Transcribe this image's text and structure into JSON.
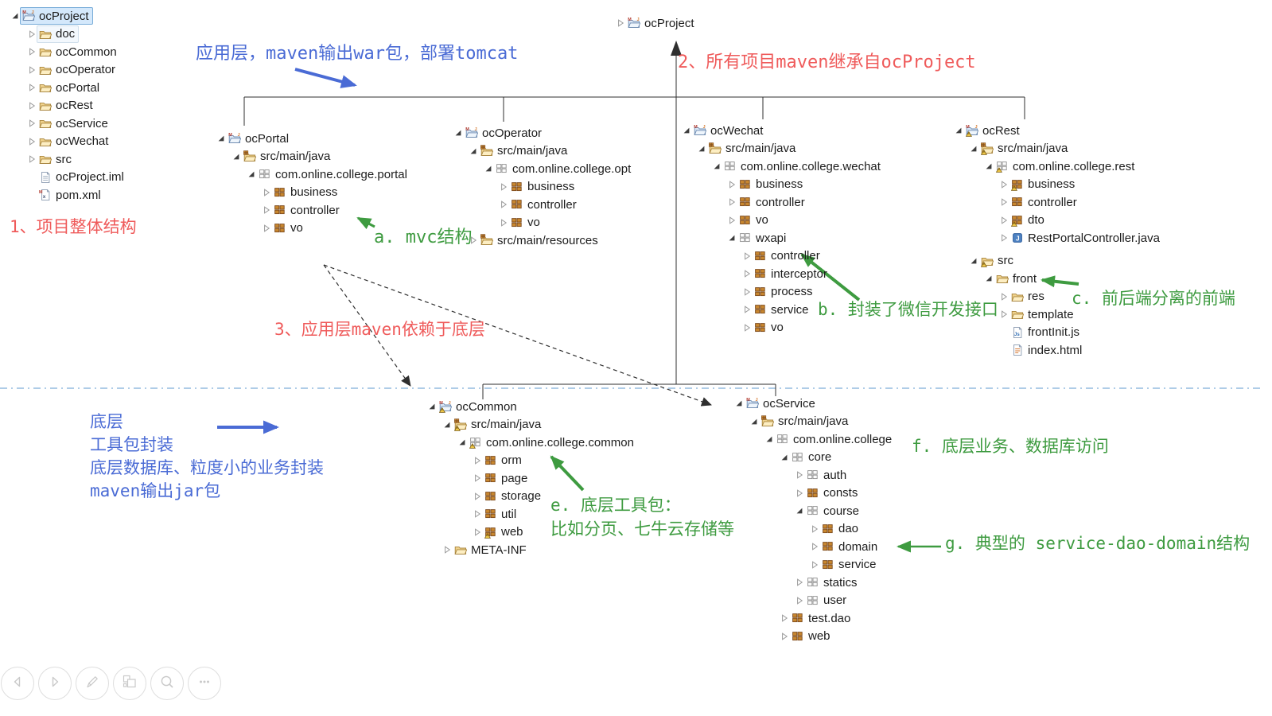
{
  "colors": {
    "annotation_red": "#ef5b5b",
    "annotation_blue": "#4a6bd5",
    "annotation_green": "#3e9b40",
    "connector_black": "#2f2f2f",
    "separator_blue": "#93bbdf",
    "selection_fill": "#d4e8fb",
    "selection_border": "#79add9"
  },
  "annotations": {
    "note1": "1、项目整体结构",
    "note2": "2、所有项目maven继承自ocProject",
    "note3": "3、应用层maven依赖于底层",
    "app_layer": "应用层，maven输出war包，部署tomcat",
    "bottom": [
      "底层",
      "工具包封装",
      "底层数据库、粒度小的业务封装",
      "maven输出jar包"
    ],
    "a": "a. mvc结构",
    "b": "b. 封装了微信开发接口",
    "c": "c. 前后端分离的前端",
    "e1": "e. 底层工具包：",
    "e2": "比如分页、七牛云存储等",
    "f": "f. 底层业务、数据库访问",
    "g": "g. 典型的 service-dao-domain结构"
  },
  "trees": {
    "explorer": {
      "rows": [
        {
          "i": 0,
          "a": "exp",
          "ic": "mvn-project",
          "t": "ocProject",
          "hl": "sel"
        },
        {
          "i": 1,
          "a": "col",
          "ic": "folder",
          "t": "doc",
          "hl": "soft"
        },
        {
          "i": 1,
          "a": "col",
          "ic": "folder",
          "t": "ocCommon"
        },
        {
          "i": 1,
          "a": "col",
          "ic": "folder",
          "t": "ocOperator"
        },
        {
          "i": 1,
          "a": "col",
          "ic": "folder",
          "t": "ocPortal"
        },
        {
          "i": 1,
          "a": "col",
          "ic": "folder",
          "t": "ocRest"
        },
        {
          "i": 1,
          "a": "col",
          "ic": "folder",
          "t": "ocService"
        },
        {
          "i": 1,
          "a": "col",
          "ic": "folder",
          "t": "ocWechat"
        },
        {
          "i": 1,
          "a": "col",
          "ic": "folder",
          "t": "src"
        },
        {
          "i": 1,
          "a": "none",
          "ic": "text-file",
          "t": "ocProject.iml"
        },
        {
          "i": 1,
          "a": "none",
          "ic": "xml-file",
          "t": "pom.xml"
        }
      ]
    },
    "root": {
      "rows": [
        {
          "i": 0,
          "a": "col",
          "ic": "mvn-project",
          "t": "ocProject"
        }
      ]
    },
    "ocportal": {
      "rows": [
        {
          "i": 0,
          "a": "exp",
          "ic": "mvn-project",
          "t": "ocPortal"
        },
        {
          "i": 1,
          "a": "exp",
          "ic": "src-folder",
          "t": "src/main/java"
        },
        {
          "i": 2,
          "a": "exp",
          "ic": "package-empty",
          "t": "com.online.college.portal"
        },
        {
          "i": 3,
          "a": "col",
          "ic": "package",
          "t": "business"
        },
        {
          "i": 3,
          "a": "col",
          "ic": "package",
          "t": "controller"
        },
        {
          "i": 3,
          "a": "col",
          "ic": "package",
          "t": "vo"
        }
      ]
    },
    "ocoperator": {
      "rows": [
        {
          "i": 0,
          "a": "exp",
          "ic": "mvn-project",
          "t": "ocOperator"
        },
        {
          "i": 1,
          "a": "exp",
          "ic": "src-folder",
          "t": "src/main/java"
        },
        {
          "i": 2,
          "a": "exp",
          "ic": "package-empty",
          "t": "com.online.college.opt"
        },
        {
          "i": 3,
          "a": "col",
          "ic": "package",
          "t": "business"
        },
        {
          "i": 3,
          "a": "col",
          "ic": "package",
          "t": "controller"
        },
        {
          "i": 3,
          "a": "col",
          "ic": "package",
          "t": "vo"
        },
        {
          "i": 1,
          "a": "col",
          "ic": "src-folder",
          "t": "src/main/resources"
        }
      ]
    },
    "ocwechat": {
      "rows": [
        {
          "i": 0,
          "a": "exp",
          "ic": "mvn-project",
          "t": "ocWechat"
        },
        {
          "i": 1,
          "a": "exp",
          "ic": "src-folder",
          "t": "src/main/java"
        },
        {
          "i": 2,
          "a": "exp",
          "ic": "package-empty",
          "t": "com.online.college.wechat"
        },
        {
          "i": 3,
          "a": "col",
          "ic": "package",
          "t": "business"
        },
        {
          "i": 3,
          "a": "col",
          "ic": "package",
          "t": "controller"
        },
        {
          "i": 3,
          "a": "col",
          "ic": "package",
          "t": "vo"
        },
        {
          "i": 3,
          "a": "exp",
          "ic": "package-empty",
          "t": "wxapi"
        },
        {
          "i": 4,
          "a": "col",
          "ic": "package",
          "t": "controller"
        },
        {
          "i": 4,
          "a": "col",
          "ic": "package",
          "t": "interceptor"
        },
        {
          "i": 4,
          "a": "col",
          "ic": "package",
          "t": "process"
        },
        {
          "i": 4,
          "a": "col",
          "ic": "package",
          "t": "service"
        },
        {
          "i": 4,
          "a": "col",
          "ic": "package",
          "t": "vo"
        }
      ]
    },
    "ocrest": {
      "rows": [
        {
          "i": 0,
          "a": "exp",
          "ic": "mvn-project",
          "t": "ocRest",
          "w": 1
        },
        {
          "i": 1,
          "a": "exp",
          "ic": "src-folder",
          "t": "src/main/java",
          "w": 1
        },
        {
          "i": 2,
          "a": "exp",
          "ic": "package-empty",
          "t": "com.online.college.rest",
          "w": 1
        },
        {
          "i": 3,
          "a": "col",
          "ic": "package",
          "t": "business",
          "w": 1
        },
        {
          "i": 3,
          "a": "col",
          "ic": "package",
          "t": "controller"
        },
        {
          "i": 3,
          "a": "col",
          "ic": "package",
          "t": "dto",
          "w": 1
        },
        {
          "i": 3,
          "a": "col",
          "ic": "java-class",
          "t": "RestPortalController.java"
        },
        {
          "i": 1,
          "a": "exp",
          "ic": "folder",
          "t": "src",
          "w": 1,
          "g": 6
        },
        {
          "i": 2,
          "a": "exp",
          "ic": "folder",
          "t": "front"
        },
        {
          "i": 3,
          "a": "col",
          "ic": "folder",
          "t": "res"
        },
        {
          "i": 3,
          "a": "col",
          "ic": "folder",
          "t": "template"
        },
        {
          "i": 3,
          "a": "none",
          "ic": "js-file",
          "t": "frontInit.js"
        },
        {
          "i": 3,
          "a": "none",
          "ic": "html-file",
          "t": "index.html"
        }
      ]
    },
    "occommon": {
      "rows": [
        {
          "i": 0,
          "a": "exp",
          "ic": "mvn-project",
          "t": "ocCommon",
          "w": 1
        },
        {
          "i": 1,
          "a": "exp",
          "ic": "src-folder",
          "t": "src/main/java",
          "w": 1
        },
        {
          "i": 2,
          "a": "exp",
          "ic": "package-empty",
          "t": "com.online.college.common",
          "w": 1
        },
        {
          "i": 3,
          "a": "col",
          "ic": "package",
          "t": "orm"
        },
        {
          "i": 3,
          "a": "col",
          "ic": "package",
          "t": "page"
        },
        {
          "i": 3,
          "a": "col",
          "ic": "package",
          "t": "storage"
        },
        {
          "i": 3,
          "a": "col",
          "ic": "package",
          "t": "util"
        },
        {
          "i": 3,
          "a": "col",
          "ic": "package",
          "t": "web",
          "w": 1
        },
        {
          "i": 1,
          "a": "col",
          "ic": "folder",
          "t": "META-INF"
        }
      ]
    },
    "ocservice": {
      "rows": [
        {
          "i": 0,
          "a": "exp",
          "ic": "mvn-project",
          "t": "ocService"
        },
        {
          "i": 1,
          "a": "exp",
          "ic": "src-folder",
          "t": "src/main/java"
        },
        {
          "i": 2,
          "a": "exp",
          "ic": "package-empty",
          "t": "com.online.college"
        },
        {
          "i": 3,
          "a": "exp",
          "ic": "package-empty",
          "t": "core"
        },
        {
          "i": 4,
          "a": "col",
          "ic": "package-empty",
          "t": "auth"
        },
        {
          "i": 4,
          "a": "col",
          "ic": "package",
          "t": "consts"
        },
        {
          "i": 4,
          "a": "exp",
          "ic": "package-empty",
          "t": "course"
        },
        {
          "i": 5,
          "a": "col",
          "ic": "package",
          "t": "dao"
        },
        {
          "i": 5,
          "a": "col",
          "ic": "package",
          "t": "domain"
        },
        {
          "i": 5,
          "a": "col",
          "ic": "package",
          "t": "service"
        },
        {
          "i": 4,
          "a": "col",
          "ic": "package-empty",
          "t": "statics"
        },
        {
          "i": 4,
          "a": "col",
          "ic": "package-empty",
          "t": "user"
        },
        {
          "i": 3,
          "a": "col",
          "ic": "package",
          "t": "test.dao"
        },
        {
          "i": 3,
          "a": "col",
          "ic": "package",
          "t": "web"
        }
      ]
    }
  },
  "toolbar": {
    "buttons": [
      {
        "name": "back",
        "icon": "back"
      },
      {
        "name": "forward",
        "icon": "forward"
      },
      {
        "name": "edit",
        "icon": "edit"
      },
      {
        "name": "pages",
        "icon": "pages"
      },
      {
        "name": "zoom",
        "icon": "zoom"
      },
      {
        "name": "more",
        "icon": "more"
      }
    ]
  }
}
